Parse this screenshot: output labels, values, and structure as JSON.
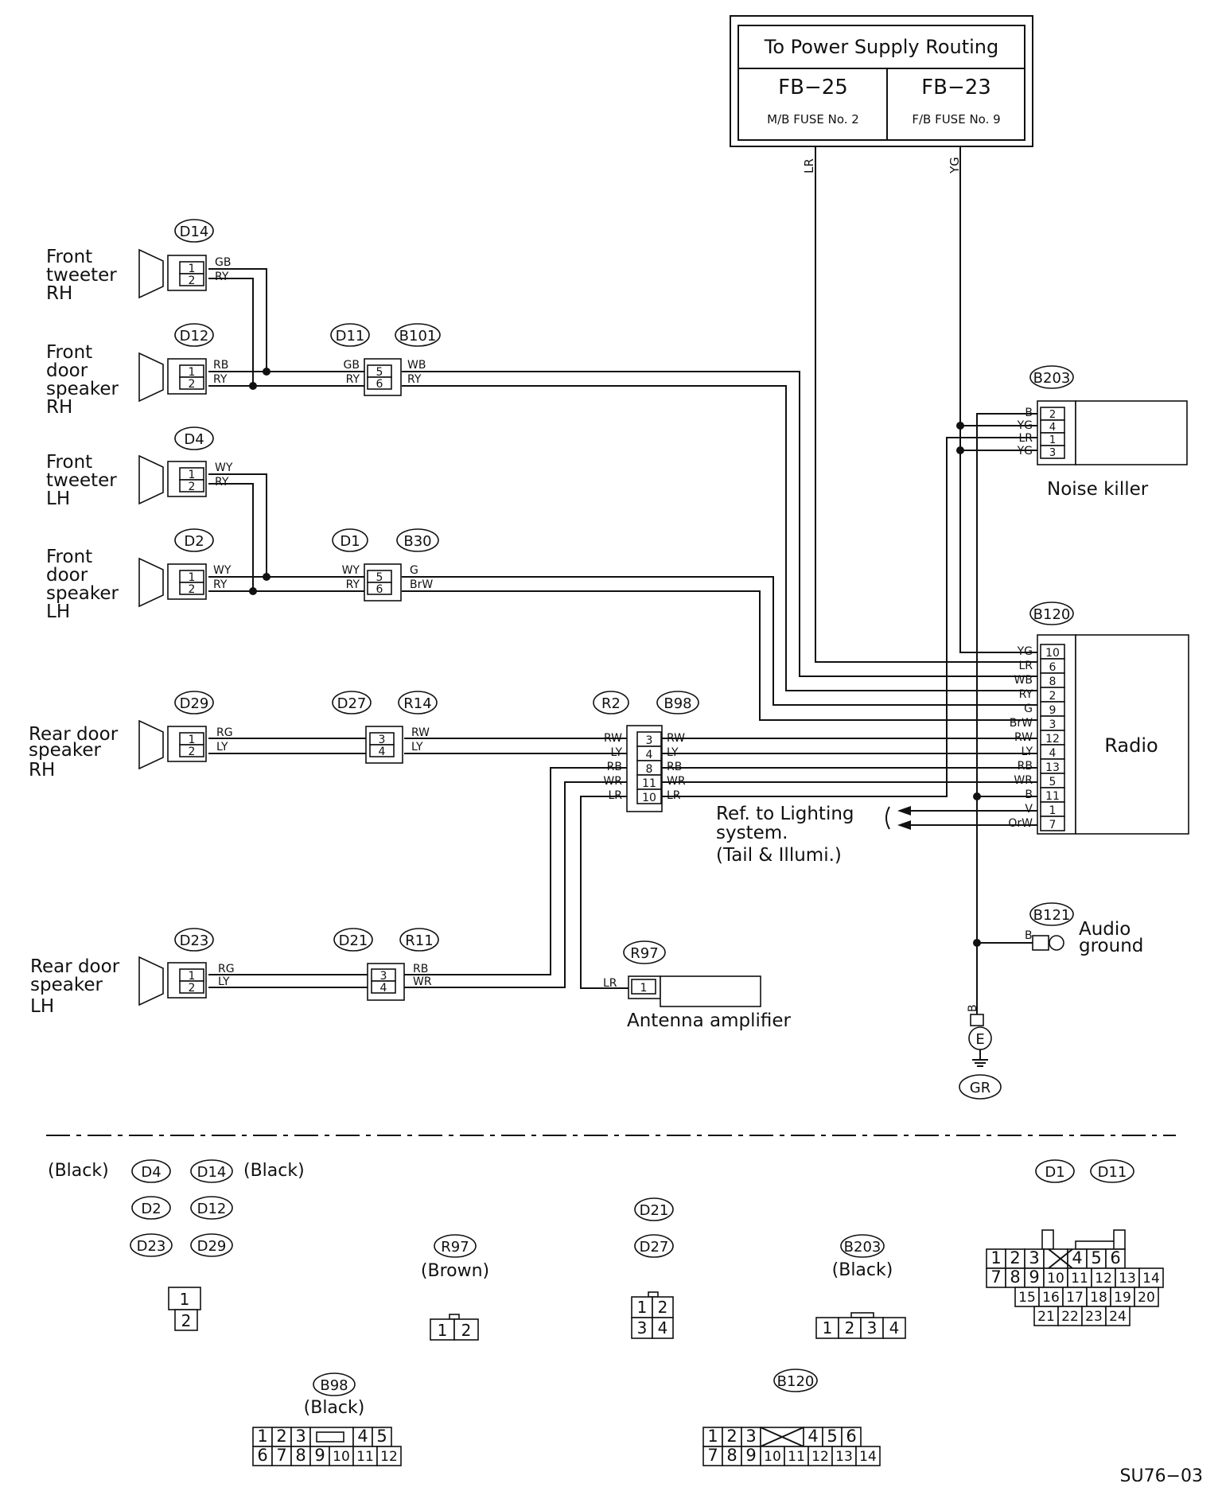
{
  "power_box": {
    "title": "To Power Supply Routing",
    "left_code": "FB−25",
    "left_sub": "M/B FUSE No. 2",
    "right_code": "FB−23",
    "right_sub": "F/B FUSE No. 9"
  },
  "power_wires": {
    "left": "LR",
    "right": "YG"
  },
  "speakers": {
    "ftw_rh": {
      "id": "D14",
      "label": [
        "Front",
        "tweeter",
        "RH"
      ],
      "w1": "GB",
      "w2": "RY"
    },
    "fds_rh": {
      "id": "D12",
      "label": [
        "Front",
        "door",
        "speaker",
        "RH"
      ],
      "w1": "RB",
      "w2": "RY"
    },
    "ftw_lh": {
      "id": "D4",
      "label": [
        "Front",
        "tweeter",
        "LH"
      ],
      "w1": "WY",
      "w2": "RY"
    },
    "fds_lh": {
      "id": "D2",
      "label": [
        "Front",
        "door",
        "speaker",
        "LH"
      ],
      "w1": "WY",
      "w2": "RY"
    },
    "rds_rh": {
      "id": "D29",
      "label": [
        "Rear door",
        "speaker",
        "RH"
      ],
      "w1": "RG",
      "w2": "LY"
    },
    "rds_lh": {
      "id": "D23",
      "label": [
        "Rear door",
        "speaker",
        "LH"
      ],
      "w1": "RG",
      "w2": "LY"
    }
  },
  "joints": {
    "j1": {
      "left": "D11",
      "right": "B101",
      "p1": "5",
      "p2": "6",
      "lw1": "GB",
      "lw2": "RY",
      "rw1": "WB",
      "rw2": "RY"
    },
    "j2": {
      "left": "D1",
      "right": "B30",
      "p1": "5",
      "p2": "6",
      "lw1": "WY",
      "lw2": "RY",
      "rw1": "G",
      "rw2": "BrW"
    },
    "j3": {
      "left": "D27",
      "right": "R14",
      "p1": "3",
      "p2": "4",
      "rw1": "RW",
      "rw2": "LY"
    },
    "j4": {
      "left": "D21",
      "right": "R11",
      "p1": "3",
      "p2": "4",
      "rw1": "RB",
      "rw2": "WR"
    }
  },
  "b98": {
    "left_id": "R2",
    "right_id": "B98",
    "pins": [
      "3",
      "4",
      "8",
      "11",
      "10"
    ],
    "left_wires": [
      "RW",
      "LY",
      "RB",
      "WR",
      "LR"
    ],
    "right_wires": [
      "RW",
      "LY",
      "RB",
      "WR",
      "LR"
    ]
  },
  "noise_killer": {
    "id": "B203",
    "label": "Noise killer",
    "pins": [
      "2",
      "4",
      "1",
      "3"
    ],
    "wires": [
      "B",
      "YG",
      "LR",
      "YG"
    ]
  },
  "radio": {
    "id": "B120",
    "label": "Radio",
    "pins": [
      "10",
      "6",
      "8",
      "2",
      "9",
      "3",
      "12",
      "4",
      "13",
      "5",
      "11",
      "1",
      "7"
    ],
    "wires": [
      "YG",
      "LR",
      "WB",
      "RY",
      "G",
      "BrW",
      "RW",
      "LY",
      "RB",
      "WR",
      "B",
      "V",
      "OrW"
    ]
  },
  "lighting_ref": [
    "Ref. to Lighting",
    "system.",
    "(Tail & Illumi.)"
  ],
  "antenna": {
    "id": "R97",
    "label": "Antenna amplifier",
    "pin": "1",
    "wire": "LR"
  },
  "ground": {
    "id": "B121",
    "label": [
      "Audio",
      "ground"
    ],
    "wire": "B",
    "ground_wire": "B",
    "earth": "E",
    "gr": "GR"
  },
  "legend": {
    "black": "(Black)",
    "brown": "(Brown)",
    "g1": [
      "D4",
      "D14",
      "D2",
      "D12",
      "D23",
      "D29"
    ],
    "g1_pins": [
      "1",
      "2"
    ],
    "r97": {
      "id": "R97",
      "pins": [
        "1",
        "2"
      ]
    },
    "d21": [
      "D21",
      "D27"
    ],
    "d21_pins": [
      "1",
      "2",
      "3",
      "4"
    ],
    "b203": {
      "id": "B203",
      "pins": [
        "1",
        "2",
        "3",
        "4"
      ]
    },
    "d1": [
      "D1",
      "D11"
    ],
    "d1_rows": [
      [
        "1",
        "2",
        "3",
        "4",
        "5",
        "6"
      ],
      [
        "7",
        "8",
        "9",
        "10",
        "11",
        "12",
        "13",
        "14"
      ],
      [
        "15",
        "16",
        "17",
        "18",
        "19",
        "20"
      ],
      [
        "21",
        "22",
        "23",
        "24"
      ]
    ],
    "b98": {
      "id": "B98",
      "rows": [
        [
          "1",
          "2",
          "3",
          "4",
          "5"
        ],
        [
          "6",
          "7",
          "8",
          "9",
          "10",
          "11",
          "12"
        ]
      ]
    },
    "b120": {
      "id": "B120",
      "rows": [
        [
          "1",
          "2",
          "3",
          "4",
          "5",
          "6"
        ],
        [
          "7",
          "8",
          "9",
          "10",
          "11",
          "12",
          "13",
          "14"
        ]
      ]
    }
  },
  "code": "SU76−03"
}
